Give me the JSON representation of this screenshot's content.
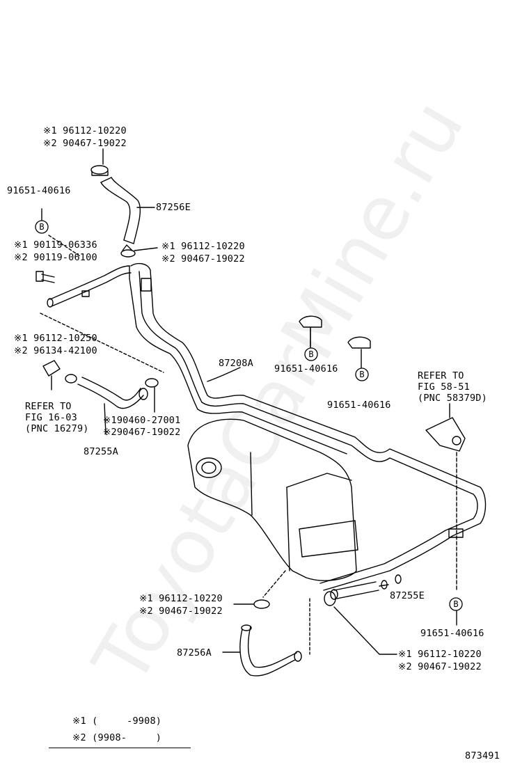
{
  "watermark": "ToyotaCarMine.ru",
  "labels": {
    "top_clip_1": "※1 96112-10220",
    "top_clip_2": "※2 90467-19022",
    "hose_87256E": "87256E",
    "clamp_left_part": "91651-40616",
    "bolt_1": "※1 90119-06336",
    "bolt_2": "※2 90119-06100",
    "clip_mid_1": "※1 96112-10220",
    "clip_mid_2": "※2 90467-19022",
    "clip_left_1": "※1 96112-10250",
    "clip_left_2": "※2 96134-42100",
    "refer_left_1": "REFER TO",
    "refer_left_2": "FIG 16-03",
    "refer_left_3": "(PNC 16279)",
    "clip_low_1": "※190460-27001",
    "clip_low_2": "※290467-19022",
    "hose_87255A": "87255A",
    "pipe_87208A": "87208A",
    "clamp_center_1": "91651-40616",
    "clamp_center_2": "91651-40616",
    "refer_right_1": "REFER TO",
    "refer_right_2": "FIG 58-51",
    "refer_right_3": "(PNC 58379D)",
    "clip_tank_1": "※1 96112-10220",
    "clip_tank_2": "※2 90467-19022",
    "hose_87255E": "87255E",
    "clamp_right": "91651-40616",
    "hose_87256A": "87256A",
    "clip_bottom_1": "※1 96112-10220",
    "clip_bottom_2": "※2 90467-19022",
    "legend_1": "※1 (     -9908)",
    "legend_2": "※2 (9908-     )",
    "diagram_no": "873491"
  },
  "markers": {
    "b": "B"
  }
}
